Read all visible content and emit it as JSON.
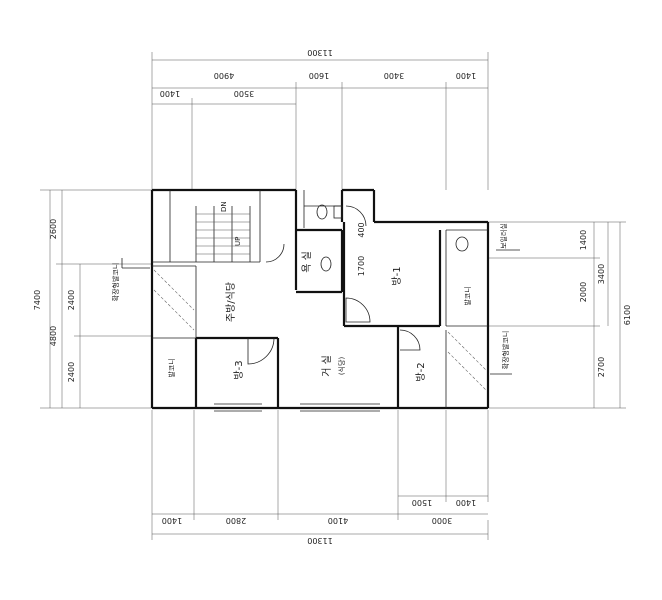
{
  "rooms": {
    "bang1": "방-1",
    "bang2": "방-2",
    "bang3": "방-3",
    "living": "거 실",
    "living_sub": "(식당)",
    "kitchen": "주방/식당",
    "bath": "욕 실",
    "balcony_left": "발코니",
    "balcony_right": "발코니"
  },
  "notes": {
    "left_mark": "확장형발코니",
    "right_top_mark": "보일러실",
    "right_bottom_mark": "확장형발코니"
  },
  "stair": {
    "up": "UP",
    "dn": "DN"
  },
  "dimensions": {
    "top_total": "11300",
    "top_row2": [
      "4900",
      "1600",
      "3400",
      "1400"
    ],
    "top_row3": [
      "1400",
      "3500"
    ],
    "left_total": "7400",
    "left_row": [
      "2600",
      "4800"
    ],
    "left_sub": [
      "2400",
      "2400"
    ],
    "inner_v": [
      "400",
      "1700"
    ],
    "right_row": [
      "1400",
      "2000",
      "2700"
    ],
    "right_sub": "3400",
    "right_total": "6100",
    "bottom_row1": [
      "1500",
      "1400"
    ],
    "bottom_row2": [
      "1400",
      "2800",
      "4100",
      "3000"
    ],
    "bottom_total": "11300"
  }
}
